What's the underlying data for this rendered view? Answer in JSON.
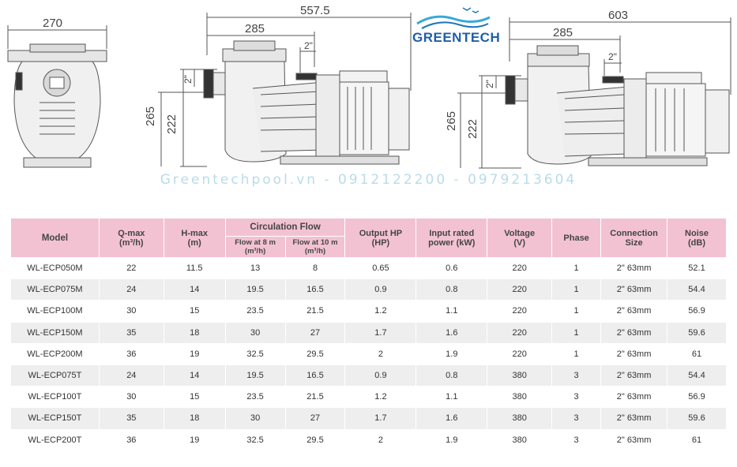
{
  "brand": {
    "name": "GREENTECH",
    "color": "#1f5fa8"
  },
  "watermark": "Greentechpool.vn - 0912122200 - 0979213604",
  "dimensions": {
    "front_width": "270",
    "model1": {
      "total": "557.5",
      "body": "285",
      "outlet": "2\"",
      "inlet": "2\"",
      "height_total": "265",
      "height_axis": "222"
    },
    "model2": {
      "total": "603",
      "body": "285",
      "outlet": "2\"",
      "inlet": "2\"",
      "height_total": "265",
      "height_axis": "222"
    }
  },
  "table": {
    "headers": {
      "model": "Model",
      "qmax": "Q-max",
      "qmax_unit": "(m³/h)",
      "hmax": "H-max",
      "hmax_unit": "(m)",
      "circulation": "Circulation Flow",
      "flow8": "Flow at 8 m",
      "flow8_unit": "(m³/h)",
      "flow10": "Flow at 10 m",
      "flow10_unit": "(m³/h)",
      "hp": "Output HP",
      "hp_unit": "(HP)",
      "power": "Input rated",
      "power_unit": "power (kW)",
      "voltage": "Voltage",
      "voltage_unit": "(V)",
      "phase": "Phase",
      "conn": "Connection",
      "conn_unit": "Size",
      "noise": "Noise",
      "noise_unit": "(dB)"
    },
    "rows": [
      [
        "WL-ECP050M",
        "22",
        "11.5",
        "13",
        "8",
        "0.65",
        "0.6",
        "220",
        "1",
        "2\"  63mm",
        "52.1"
      ],
      [
        "WL-ECP075M",
        "24",
        "14",
        "19.5",
        "16.5",
        "0.9",
        "0.8",
        "220",
        "1",
        "2\"  63mm",
        "54.4"
      ],
      [
        "WL-ECP100M",
        "30",
        "15",
        "23.5",
        "21.5",
        "1.2",
        "1.1",
        "220",
        "1",
        "2\"  63mm",
        "56.9"
      ],
      [
        "WL-ECP150M",
        "35",
        "18",
        "30",
        "27",
        "1.7",
        "1.6",
        "220",
        "1",
        "2\"  63mm",
        "59.6"
      ],
      [
        "WL-ECP200M",
        "36",
        "19",
        "32.5",
        "29.5",
        "2",
        "1.9",
        "220",
        "1",
        "2\"  63mm",
        "61"
      ],
      [
        "WL-ECP075T",
        "24",
        "14",
        "19.5",
        "16.5",
        "0.9",
        "0.8",
        "380",
        "3",
        "2\"  63mm",
        "54.4"
      ],
      [
        "WL-ECP100T",
        "30",
        "15",
        "23.5",
        "21.5",
        "1.2",
        "1.1",
        "380",
        "3",
        "2\"  63mm",
        "56.9"
      ],
      [
        "WL-ECP150T",
        "35",
        "18",
        "30",
        "27",
        "1.7",
        "1.6",
        "380",
        "3",
        "2\"  63mm",
        "59.6"
      ],
      [
        "WL-ECP200T",
        "36",
        "19",
        "32.5",
        "29.5",
        "2",
        "1.9",
        "380",
        "3",
        "2\"  63mm",
        "61"
      ]
    ]
  }
}
